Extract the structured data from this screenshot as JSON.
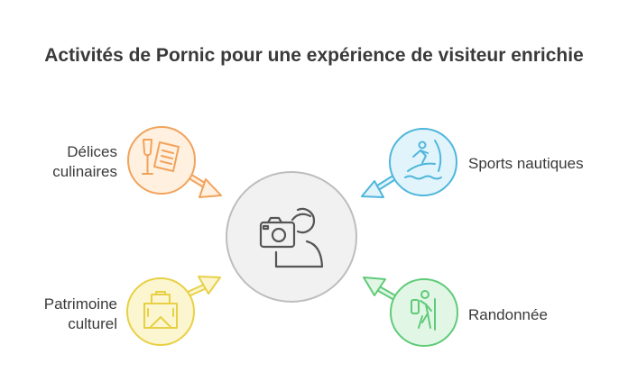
{
  "title": "Activités de Pornic pour une expérience de visiteur enrichie",
  "center": {
    "icon": "tourist-camera-icon"
  },
  "activities": [
    {
      "id": "delices",
      "label_line1": "Délices",
      "label_line2": "culinaires",
      "icon": "food-menu-icon",
      "color": "#f1a35c",
      "fill": "#fff0e0"
    },
    {
      "id": "sports",
      "label_line1": "Sports nautiques",
      "label_line2": "",
      "icon": "surfer-icon",
      "color": "#4fb6dc",
      "fill": "#e1f4fb"
    },
    {
      "id": "patrimoine",
      "label_line1": "Patrimoine",
      "label_line2": "culturel",
      "icon": "monument-icon",
      "color": "#e8d046",
      "fill": "#fbf6cf"
    },
    {
      "id": "randonnee",
      "label_line1": "Randonnée",
      "label_line2": "",
      "icon": "hiker-icon",
      "color": "#5fcb78",
      "fill": "#e2f6e6"
    }
  ],
  "colors": {
    "center_stroke": "#bdbdbd",
    "center_fill": "#f1f1f1",
    "icon_dark": "#555555"
  }
}
